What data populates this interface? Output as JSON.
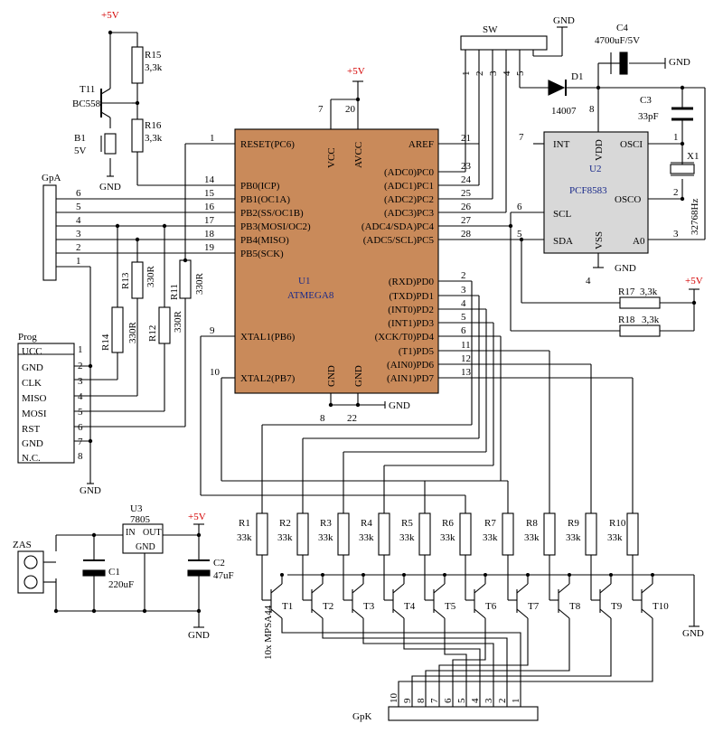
{
  "power": {
    "vcc": "+5V",
    "gnd": "GND"
  },
  "u1": {
    "ref": "U1",
    "name": "ATMEGA8",
    "fill": "#c98a5a",
    "left_pins": [
      {
        "num": "1",
        "name": "RESET(PC6)"
      },
      {
        "num": "14",
        "name": "PB0(ICP)"
      },
      {
        "num": "15",
        "name": "PB1(OC1A)"
      },
      {
        "num": "16",
        "name": "PB2(SS/OC1B)"
      },
      {
        "num": "17",
        "name": "PB3(MOSI/OC2)"
      },
      {
        "num": "18",
        "name": "PB4(MISO)"
      },
      {
        "num": "19",
        "name": "PB5(SCK)"
      },
      {
        "num": "9",
        "name": "XTAL1(PB6)"
      },
      {
        "num": "10",
        "name": "XTAL2(PB7)"
      }
    ],
    "right_pins": [
      {
        "num": "21",
        "name": "AREF"
      },
      {
        "num": "23",
        "name": "(ADC0)PC0"
      },
      {
        "num": "24",
        "name": "(ADC1)PC1"
      },
      {
        "num": "25",
        "name": "(ADC2)PC2"
      },
      {
        "num": "26",
        "name": "(ADC3)PC3"
      },
      {
        "num": "27",
        "name": "(ADC4/SDA)PC4"
      },
      {
        "num": "28",
        "name": "(ADC5/SCL)PC5"
      },
      {
        "num": "2",
        "name": "(RXD)PD0"
      },
      {
        "num": "3",
        "name": "(TXD)PD1"
      },
      {
        "num": "4",
        "name": "(INT0)PD2"
      },
      {
        "num": "5",
        "name": "(INT1)PD3"
      },
      {
        "num": "6",
        "name": "(XCK/T0)PD4"
      },
      {
        "num": "11",
        "name": "(T1)PD5"
      },
      {
        "num": "12",
        "name": "(AIN0)PD6"
      },
      {
        "num": "13",
        "name": "(AIN1)PD7"
      }
    ],
    "top_pins": [
      {
        "num": "7",
        "name": "VCC"
      },
      {
        "num": "20",
        "name": "AVCC"
      }
    ],
    "bottom_pins": [
      {
        "num": "8",
        "name": "GND"
      },
      {
        "num": "22",
        "name": "GND"
      }
    ]
  },
  "u2": {
    "ref": "U2",
    "name": "PCF8583",
    "fill": "#d8d8d8",
    "pins": [
      "INT",
      "VDD",
      "OSCI",
      "OSCO",
      "SCL",
      "SDA",
      "VSS",
      "A0"
    ],
    "pin_nums": [
      "7",
      "8",
      "1",
      "2",
      "6",
      "5",
      "4",
      "3"
    ]
  },
  "u3": {
    "ref": "U3",
    "name": "7805",
    "in": "IN",
    "out": "OUT",
    "gnd": "GND"
  },
  "resistors": {
    "r15": {
      "ref": "R15",
      "val": "3,3k"
    },
    "r16": {
      "ref": "R16",
      "val": "3,3k"
    },
    "r11": {
      "ref": "R11",
      "val": "330R"
    },
    "r12": {
      "ref": "R12",
      "val": "330R"
    },
    "r13": {
      "ref": "R13",
      "val": "330R"
    },
    "r14": {
      "ref": "R14",
      "val": "330R"
    },
    "r17": {
      "ref": "R17",
      "val": "3,3k"
    },
    "r18": {
      "ref": "R18",
      "val": "3,3k"
    },
    "row": [
      {
        "ref": "R1",
        "val": "33k"
      },
      {
        "ref": "R2",
        "val": "33k"
      },
      {
        "ref": "R3",
        "val": "33k"
      },
      {
        "ref": "R4",
        "val": "33k"
      },
      {
        "ref": "R5",
        "val": "33k"
      },
      {
        "ref": "R6",
        "val": "33k"
      },
      {
        "ref": "R7",
        "val": "33k"
      },
      {
        "ref": "R8",
        "val": "33k"
      },
      {
        "ref": "R9",
        "val": "33k"
      },
      {
        "ref": "R10",
        "val": "33k"
      }
    ]
  },
  "transistors": {
    "t11": {
      "ref": "T11",
      "type": "BC558"
    },
    "row": [
      "T1",
      "T2",
      "T3",
      "T4",
      "T5",
      "T6",
      "T7",
      "T8",
      "T9",
      "T10"
    ],
    "row_note": "10x MPSA44"
  },
  "caps": {
    "c1": {
      "ref": "C1",
      "val": "220uF"
    },
    "c2": {
      "ref": "C2",
      "val": "47uF"
    },
    "c3": {
      "ref": "C3",
      "val": "33pF"
    },
    "c4": {
      "ref": "C4",
      "val": "4700uF/5V"
    }
  },
  "misc": {
    "d1": {
      "ref": "D1",
      "val": "14007"
    },
    "x1": {
      "ref": "X1",
      "val": "32768Hz"
    },
    "b1": {
      "ref": "B1",
      "val": "5V"
    },
    "zas": "ZAS",
    "sw": "SW",
    "sw_pins": [
      "1",
      "2",
      "3",
      "4",
      "5"
    ],
    "gpa": "GpA",
    "gpa_pins": [
      "6",
      "5",
      "4",
      "3",
      "2",
      "1"
    ],
    "gpk": "GpK",
    "gpk_pins": [
      "10",
      "9",
      "8",
      "7",
      "6",
      "5",
      "4",
      "3",
      "2",
      "1"
    ],
    "prog": "Prog",
    "prog_labels": [
      "UCC",
      "GND",
      "CLK",
      "MISO",
      "MOSI",
      "RST",
      "GND",
      "N.C."
    ],
    "prog_pins": [
      "1",
      "2",
      "3",
      "4",
      "5",
      "6",
      "7",
      "8"
    ]
  }
}
